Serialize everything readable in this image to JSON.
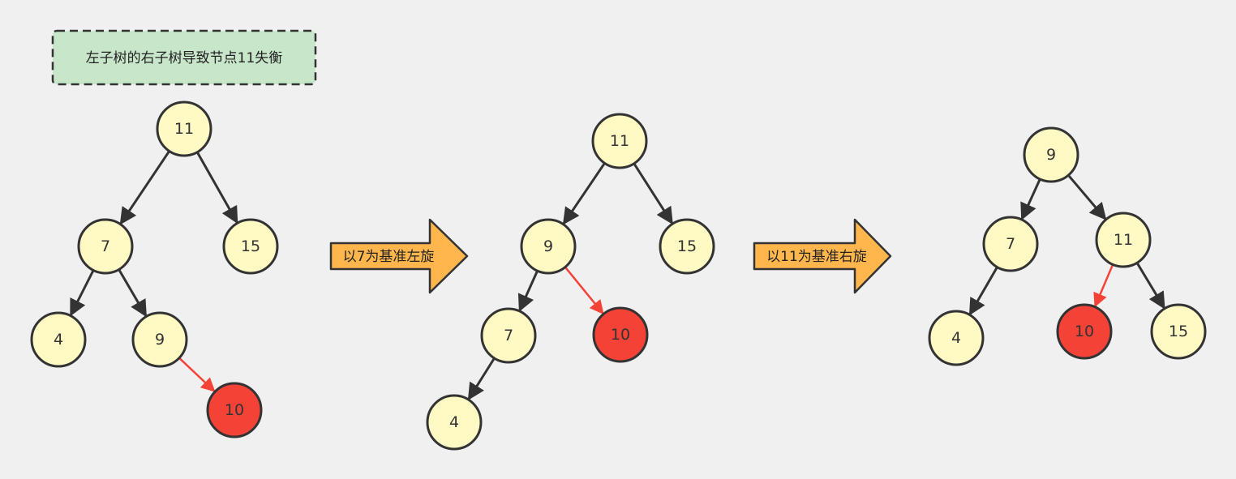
{
  "note": {
    "text": "左子树的右子树导致节点11失衡"
  },
  "colors": {
    "background": "#f0f0f0",
    "node_fill": "#fff9c4",
    "node_stroke": "#333333",
    "highlight_fill": "#f44336",
    "edge": "#333333",
    "highlight_edge": "#f44336",
    "arrow_fill": "#ffb74d",
    "note_fill": "#c8e6c9"
  },
  "steps": [
    {
      "label": "以7为基准左旋"
    },
    {
      "label": "以11为基准右旋"
    }
  ],
  "trees": [
    {
      "nodes": [
        {
          "id": "t1-11",
          "label": "11",
          "highlight": false
        },
        {
          "id": "t1-7",
          "label": "7",
          "highlight": false
        },
        {
          "id": "t1-15",
          "label": "15",
          "highlight": false
        },
        {
          "id": "t1-4",
          "label": "4",
          "highlight": false
        },
        {
          "id": "t1-9",
          "label": "9",
          "highlight": false
        },
        {
          "id": "t1-10",
          "label": "10",
          "highlight": true
        }
      ],
      "edges": [
        {
          "from": "t1-11",
          "to": "t1-7",
          "highlight": false
        },
        {
          "from": "t1-11",
          "to": "t1-15",
          "highlight": false
        },
        {
          "from": "t1-7",
          "to": "t1-4",
          "highlight": false
        },
        {
          "from": "t1-7",
          "to": "t1-9",
          "highlight": false
        },
        {
          "from": "t1-9",
          "to": "t1-10",
          "highlight": true
        }
      ]
    },
    {
      "nodes": [
        {
          "id": "t2-11",
          "label": "11",
          "highlight": false
        },
        {
          "id": "t2-9",
          "label": "9",
          "highlight": false
        },
        {
          "id": "t2-15",
          "label": "15",
          "highlight": false
        },
        {
          "id": "t2-7",
          "label": "7",
          "highlight": false
        },
        {
          "id": "t2-10",
          "label": "10",
          "highlight": true
        },
        {
          "id": "t2-4",
          "label": "4",
          "highlight": false
        }
      ],
      "edges": [
        {
          "from": "t2-11",
          "to": "t2-9",
          "highlight": false
        },
        {
          "from": "t2-11",
          "to": "t2-15",
          "highlight": false
        },
        {
          "from": "t2-9",
          "to": "t2-7",
          "highlight": false
        },
        {
          "from": "t2-9",
          "to": "t2-10",
          "highlight": true
        },
        {
          "from": "t2-7",
          "to": "t2-4",
          "highlight": false
        }
      ]
    },
    {
      "nodes": [
        {
          "id": "t3-9",
          "label": "9",
          "highlight": false
        },
        {
          "id": "t3-7",
          "label": "7",
          "highlight": false
        },
        {
          "id": "t3-11",
          "label": "11",
          "highlight": false
        },
        {
          "id": "t3-4",
          "label": "4",
          "highlight": false
        },
        {
          "id": "t3-10",
          "label": "10",
          "highlight": true
        },
        {
          "id": "t3-15",
          "label": "15",
          "highlight": false
        }
      ],
      "edges": [
        {
          "from": "t3-9",
          "to": "t3-7",
          "highlight": false
        },
        {
          "from": "t3-9",
          "to": "t3-11",
          "highlight": false
        },
        {
          "from": "t3-7",
          "to": "t3-4",
          "highlight": false
        },
        {
          "from": "t3-11",
          "to": "t3-10",
          "highlight": true
        },
        {
          "from": "t3-11",
          "to": "t3-15",
          "highlight": false
        }
      ]
    }
  ]
}
